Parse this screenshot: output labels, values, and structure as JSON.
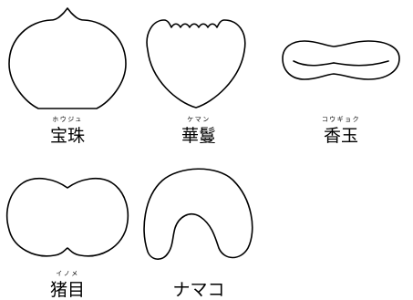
{
  "shapes": [
    {
      "id": "houju",
      "label": "宝珠",
      "reading": "ホウジュ"
    },
    {
      "id": "keman",
      "label": "華鬘",
      "reading": "ケマン"
    },
    {
      "id": "kougyoku",
      "label": "香玉",
      "reading": "コウギョク"
    },
    {
      "id": "inome",
      "label": "猪目",
      "reading": "イノメ"
    },
    {
      "id": "namako",
      "label": "ナマコ",
      "reading": ""
    }
  ]
}
